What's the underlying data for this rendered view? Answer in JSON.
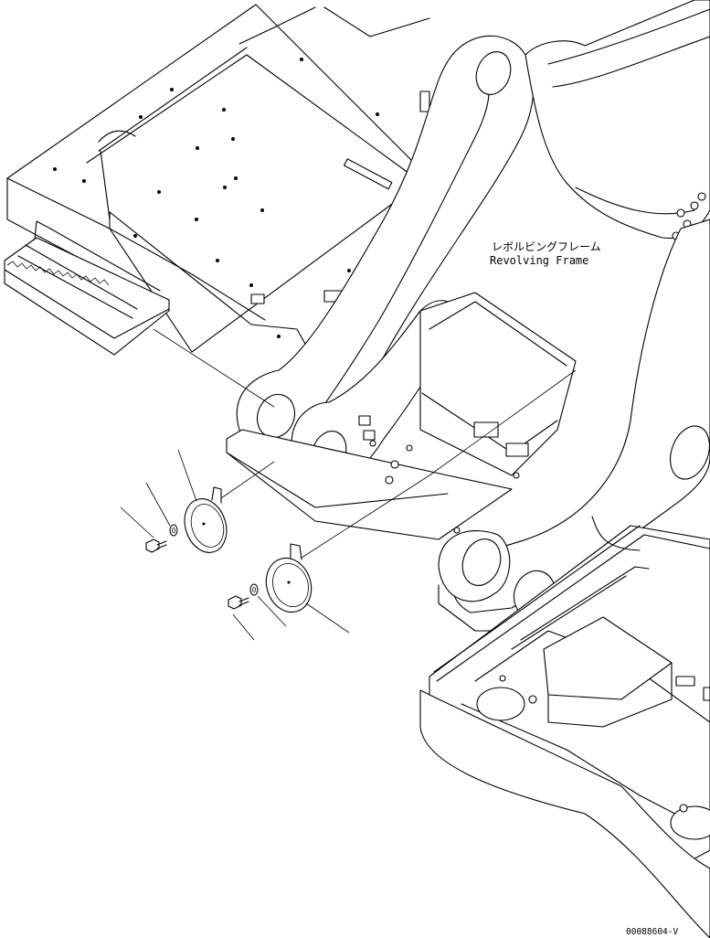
{
  "labels": {
    "revolving_frame_jp": "レボルビングフレーム",
    "revolving_frame_en": "Revolving Frame"
  },
  "drawing_code": "00088604-V",
  "callouts": [
    {
      "part": "bolt-1"
    },
    {
      "part": "washer-1"
    },
    {
      "part": "cover-1"
    },
    {
      "part": "bolt-2"
    },
    {
      "part": "washer-2"
    },
    {
      "part": "cover-2"
    }
  ]
}
